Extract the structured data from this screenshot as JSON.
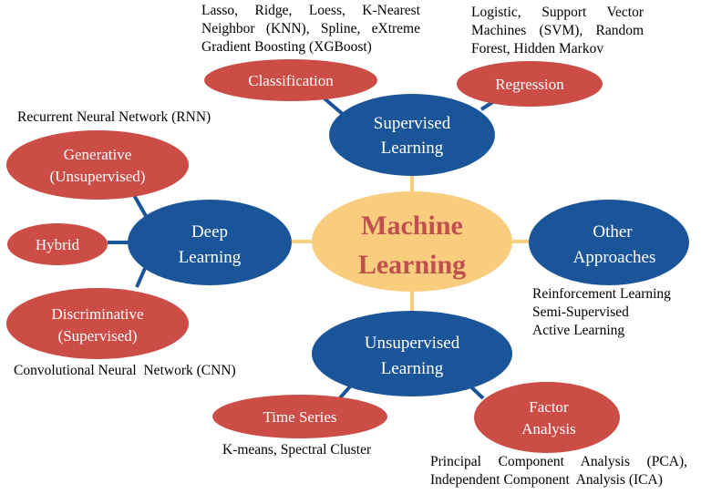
{
  "colors": {
    "center_fill": "#f9cd7d",
    "center_text": "#c0504d",
    "main_fill": "#1a559a",
    "sub_fill": "#cc4c46",
    "connector": "#f9cd7d",
    "sub_connector": "#1a559a"
  },
  "center": {
    "line1": "Machine",
    "line2": "Learning"
  },
  "supervised": {
    "line1": "Supervised",
    "line2": "Learning",
    "classification": {
      "label": "Classification",
      "examples": [
        "Lasso, Ridge, Loess, K-Nearest",
        "Neighbor (KNN), Spline, eXtreme",
        "Gradient Boosting (XGBoost)"
      ]
    },
    "regression": {
      "label": "Regression",
      "examples": [
        "Logistic, Support Vector",
        "Machines (SVM), Random",
        "Forest, Hidden Markov"
      ]
    }
  },
  "deep": {
    "line1": "Deep",
    "line2": "Learning",
    "generative": {
      "line1": "Generative",
      "line2": "(Unsupervised)",
      "example": "Recurrent Neural Network (RNN)"
    },
    "hybrid": {
      "label": "Hybrid"
    },
    "discriminative": {
      "line1": "Discriminative",
      "line2": "(Supervised)",
      "example": "Convolutional Neural  Network (CNN)"
    }
  },
  "other": {
    "line1": "Other",
    "line2": "Approaches",
    "examples": [
      "Reinforcement Learning",
      "Semi-Supervised",
      "Active Learning"
    ]
  },
  "unsupervised": {
    "line1": "Unsupervised",
    "line2": "Learning",
    "time_series": {
      "label": "Time Series",
      "example": "K-means, Spectral Cluster"
    },
    "factor_analysis": {
      "line1": "Factor",
      "line2": "Analysis",
      "examples": [
        "Principal  Component  Analysis  (PCA),",
        "Independent Component  Analysis (ICA)"
      ]
    }
  }
}
